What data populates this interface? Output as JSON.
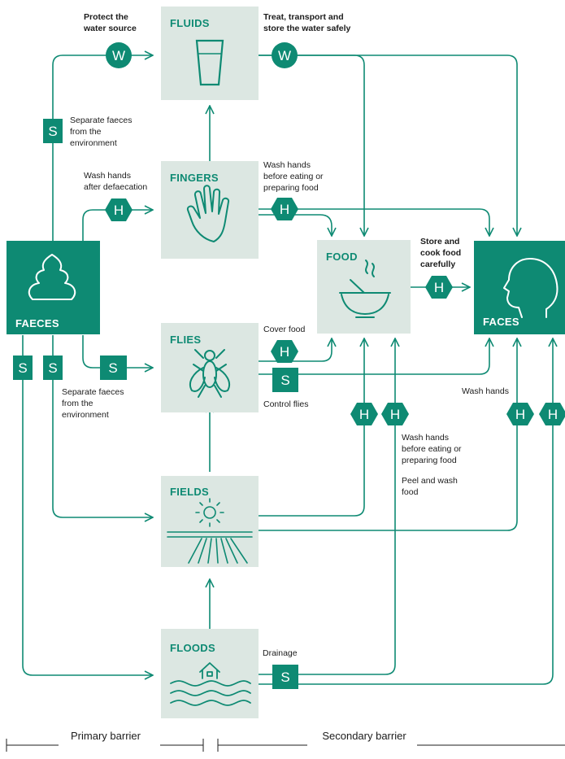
{
  "colors": {
    "primary": "#0e8a73",
    "light_box": "#dce7e2",
    "text": "#1c1c1c"
  },
  "boxes": {
    "fluids": "FLUIDS",
    "fingers": "FINGERS",
    "faeces": "FAECES",
    "food": "FOOD",
    "faces": "FACES",
    "flies": "FLIES",
    "fields": "FIELDS",
    "floods": "FLOODS"
  },
  "badges": {
    "w": "W",
    "s": "S",
    "h": "H"
  },
  "labels": {
    "protect_water": [
      "Protect the",
      "water source"
    ],
    "treat_water": [
      "Treat, transport and",
      "store the water safely"
    ],
    "separate_faeces_1": [
      "Separate faeces",
      "from the",
      "environment"
    ],
    "wash_after_defaecation": [
      "Wash hands",
      "after defaecation"
    ],
    "wash_before_eating_1": [
      "Wash hands",
      "before eating or",
      "preparing food"
    ],
    "store_cook": [
      "Store and",
      "cook food",
      "carefully"
    ],
    "cover_food": "Cover food",
    "control_flies": "Control flies",
    "separate_faeces_2": [
      "Separate faeces",
      "from the",
      "environment"
    ],
    "wash_hands": "Wash hands",
    "wash_before_eating_2": [
      "Wash hands",
      "before eating or",
      "preparing food"
    ],
    "peel_wash": [
      "Peel and wash",
      "food"
    ],
    "drainage": "Drainage"
  },
  "icons": [
    "glass-icon",
    "hand-icon",
    "poop-icon",
    "bowl-icon",
    "head-icon",
    "fly-icon",
    "sun-field-icon",
    "flood-house-icon"
  ],
  "barriers": {
    "primary": "Primary barrier",
    "secondary": "Secondary barrier"
  }
}
